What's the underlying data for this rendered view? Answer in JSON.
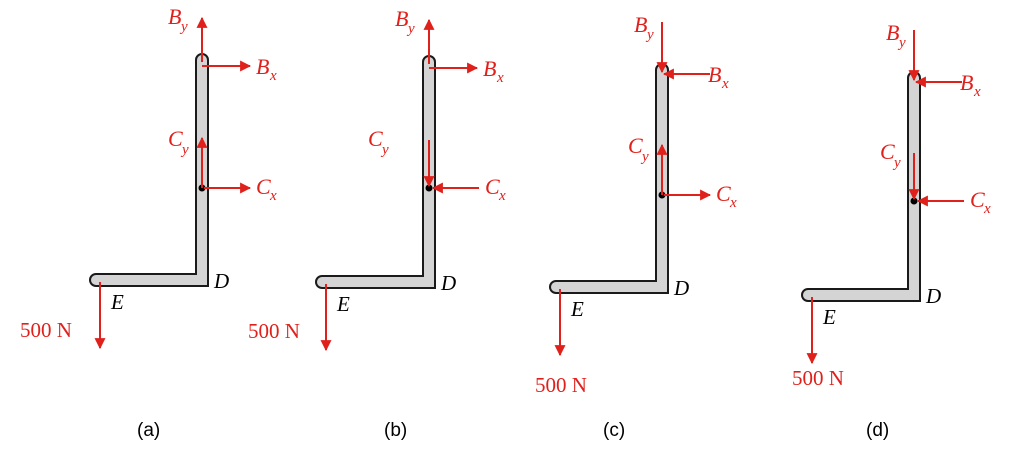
{
  "colors": {
    "force": "#e0201b",
    "member_fill": "#d4d4d4",
    "outline": "#1a1a1a",
    "text": "#000000"
  },
  "points": {
    "d": "D",
    "e": "E"
  },
  "labels": {
    "b": "B",
    "c": "C",
    "x": "x",
    "y": "y"
  },
  "load": "500 N",
  "panels": [
    {
      "caption": "(a)",
      "by_direction": "up",
      "bx_direction": "right",
      "cy_direction": "up",
      "cx_direction": "right"
    },
    {
      "caption": "(b)",
      "by_direction": "up",
      "bx_direction": "right",
      "cy_direction": "down",
      "cx_direction": "left"
    },
    {
      "caption": "(c)",
      "by_direction": "down",
      "bx_direction": "left",
      "cy_direction": "up",
      "cx_direction": "right"
    },
    {
      "caption": "(d)",
      "by_direction": "down",
      "bx_direction": "left",
      "cy_direction": "down",
      "cx_direction": "left"
    }
  ]
}
